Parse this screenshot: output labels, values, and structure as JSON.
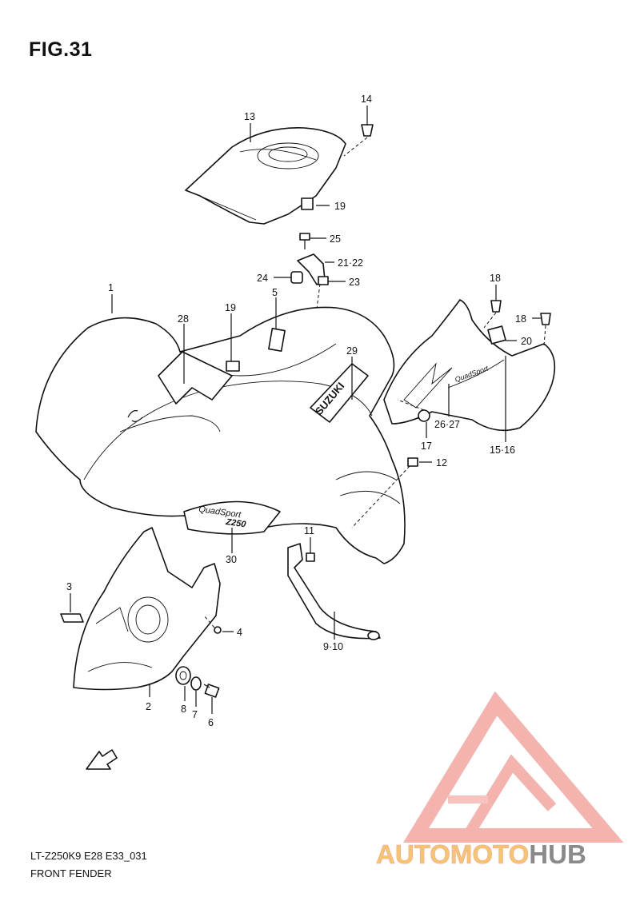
{
  "figure": {
    "title": "FIG.31",
    "model_code": "LT-Z250K9 E28 E33_031",
    "name": "FRONT FENDER"
  },
  "callouts": [
    {
      "id": "c1",
      "label": "1"
    },
    {
      "id": "c2",
      "label": "2"
    },
    {
      "id": "c3",
      "label": "3"
    },
    {
      "id": "c4",
      "label": "4"
    },
    {
      "id": "c5",
      "label": "5"
    },
    {
      "id": "c6",
      "label": "6"
    },
    {
      "id": "c7",
      "label": "7"
    },
    {
      "id": "c8",
      "label": "8"
    },
    {
      "id": "c9",
      "label": "9·10"
    },
    {
      "id": "c11",
      "label": "11"
    },
    {
      "id": "c12",
      "label": "12"
    },
    {
      "id": "c13",
      "label": "13"
    },
    {
      "id": "c14",
      "label": "14"
    },
    {
      "id": "c15",
      "label": "15·16"
    },
    {
      "id": "c17",
      "label": "17"
    },
    {
      "id": "c18a",
      "label": "18"
    },
    {
      "id": "c18b",
      "label": "18"
    },
    {
      "id": "c19a",
      "label": "19"
    },
    {
      "id": "c19b",
      "label": "19"
    },
    {
      "id": "c20",
      "label": "20"
    },
    {
      "id": "c21",
      "label": "21·22"
    },
    {
      "id": "c23",
      "label": "23"
    },
    {
      "id": "c24",
      "label": "24"
    },
    {
      "id": "c25",
      "label": "25"
    },
    {
      "id": "c26",
      "label": "26·27"
    },
    {
      "id": "c28",
      "label": "28"
    },
    {
      "id": "c29",
      "label": "29"
    },
    {
      "id": "c30",
      "label": "30"
    }
  ],
  "decals": {
    "brand": "SUZUKI",
    "model_script": "QuadSport",
    "model_badge": "Z250",
    "side_script": "QuadSport",
    "fwd_arrow": "FWD"
  },
  "watermark": {
    "part1": "AUTOMOTO",
    "part2": "HUB",
    "color_primary": "#f4a6a0",
    "color_accent": "#f8c46a",
    "color_hub": "#8a8a8a"
  }
}
